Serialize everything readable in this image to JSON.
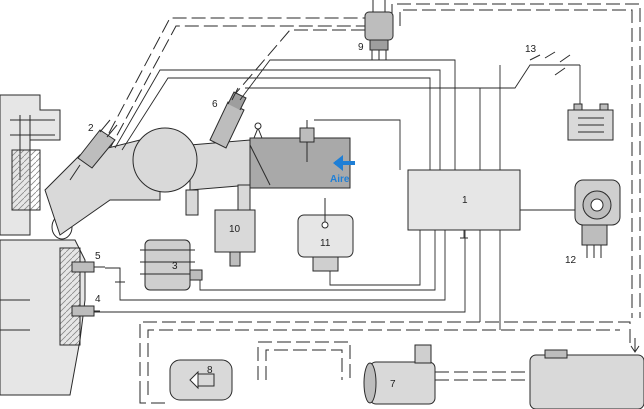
{
  "labels": {
    "l1": "1",
    "l2": "2",
    "l3": "3",
    "l4": "4",
    "l5": "5",
    "l6": "6",
    "l7": "7",
    "l8": "8",
    "l9": "9",
    "l10": "10",
    "l11": "11",
    "l12": "12",
    "l13": "13",
    "aire": "Aire"
  },
  "colors": {
    "line": "#2a2a2a",
    "fill_light": "#d9d9d9",
    "fill_mid": "#bdbdbd",
    "fill_dark": "#9e9e9e",
    "air_arrow": "#1f7fd6"
  }
}
